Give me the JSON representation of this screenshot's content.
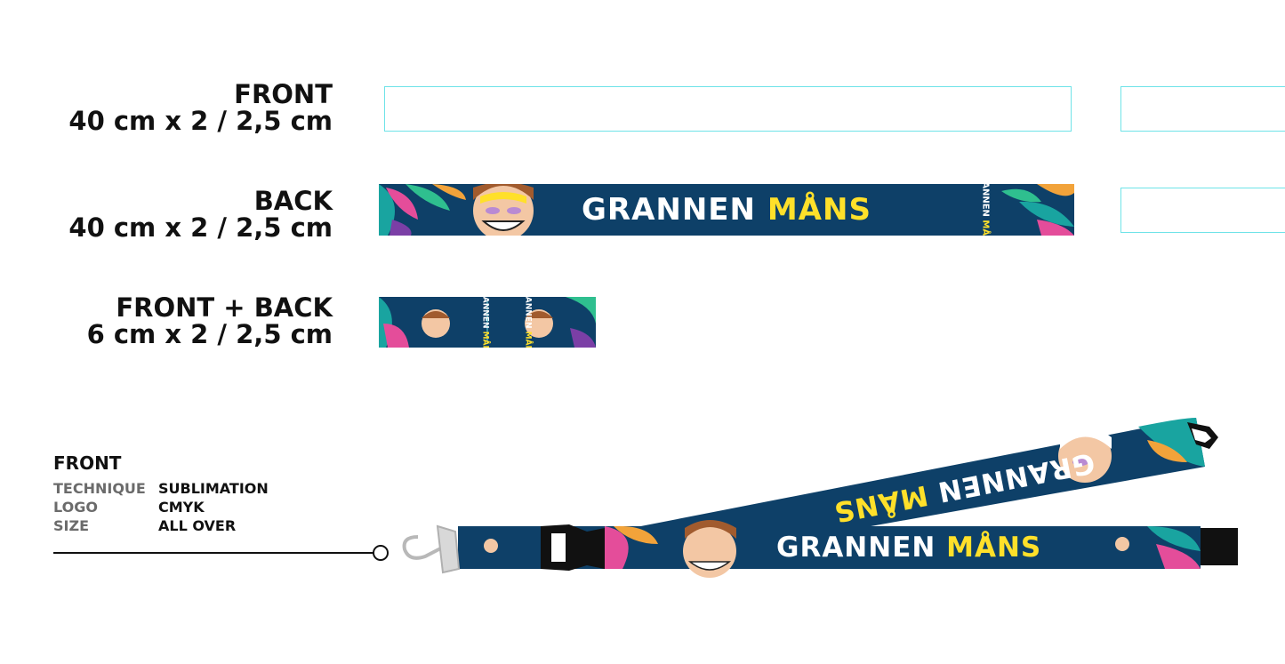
{
  "sections": [
    {
      "title": "FRONT",
      "size": "40 cm x 2 / 2,5 cm"
    },
    {
      "title": "BACK",
      "size": "40 cm x 2 / 2,5 cm"
    },
    {
      "title": "FRONT + BACK",
      "size": "6 cm x 2 / 2,5 cm"
    }
  ],
  "brand": {
    "word1": "GRANNEN",
    "word2": "MÅNS",
    "small1": "GRANNEN",
    "small2": "MÅNS"
  },
  "spec": {
    "heading": "FRONT",
    "rows": [
      {
        "key": "TECHNIQUE",
        "value": "SUBLIMATION"
      },
      {
        "key": "LOGO",
        "value": "CMYK"
      },
      {
        "key": "SIZE",
        "value": "ALL OVER"
      }
    ]
  },
  "colors": {
    "strap": "#0e4068",
    "outline": "#6fe3e8",
    "yellow": "#ffe02a"
  }
}
